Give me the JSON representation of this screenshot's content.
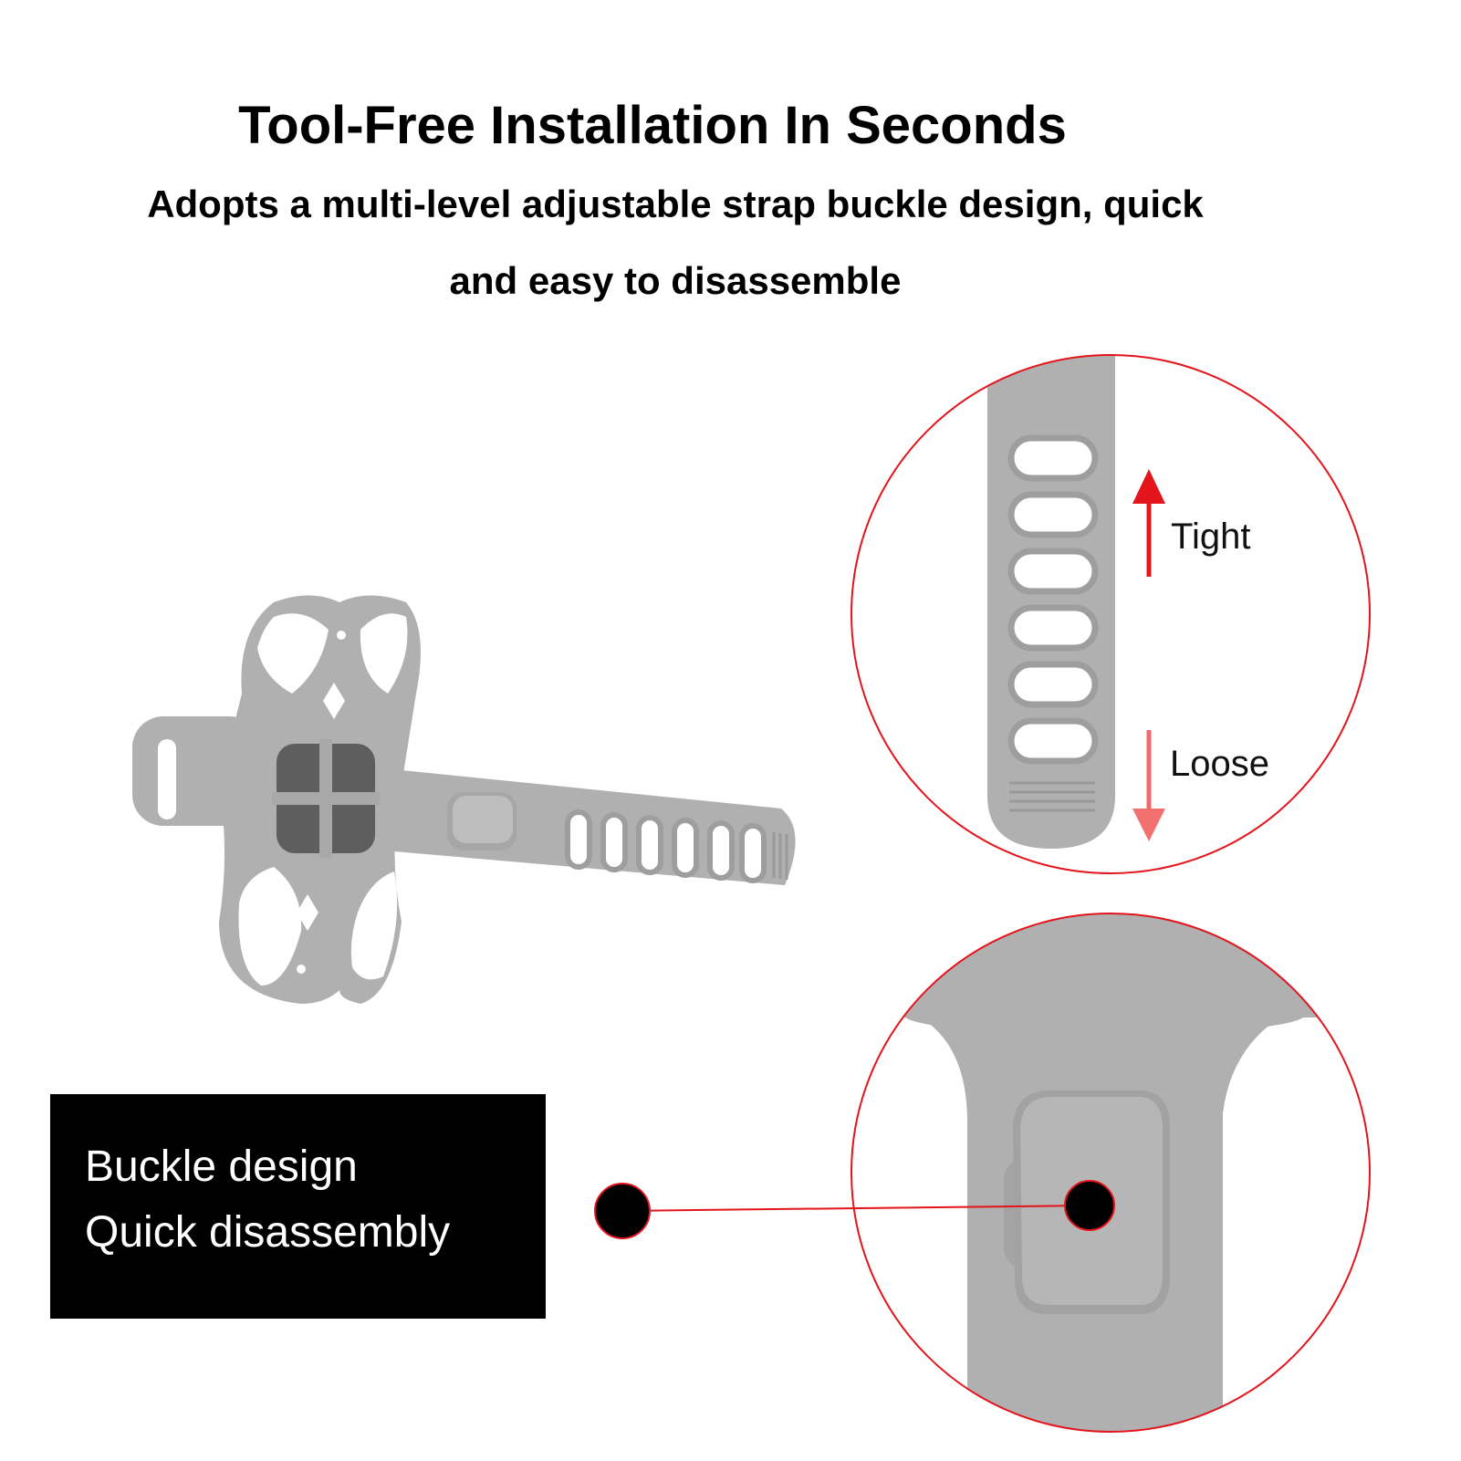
{
  "headline": "Tool-Free Installation In Seconds",
  "subheadline": {
    "line1": "Adopts a multi-level adjustable strap buckle design, quick",
    "line2": "and easy to disassemble"
  },
  "strap_zoom": {
    "tight_label": "Tight",
    "loose_label": "Loose"
  },
  "feature_box": {
    "line1": "Buckle design",
    "line2": "Quick disassembly"
  },
  "colors": {
    "accent_red": "#e3141c",
    "silicone_gray": "#b0b0b0",
    "dark_gray": "#5e5e5e",
    "box_black": "#000000"
  }
}
